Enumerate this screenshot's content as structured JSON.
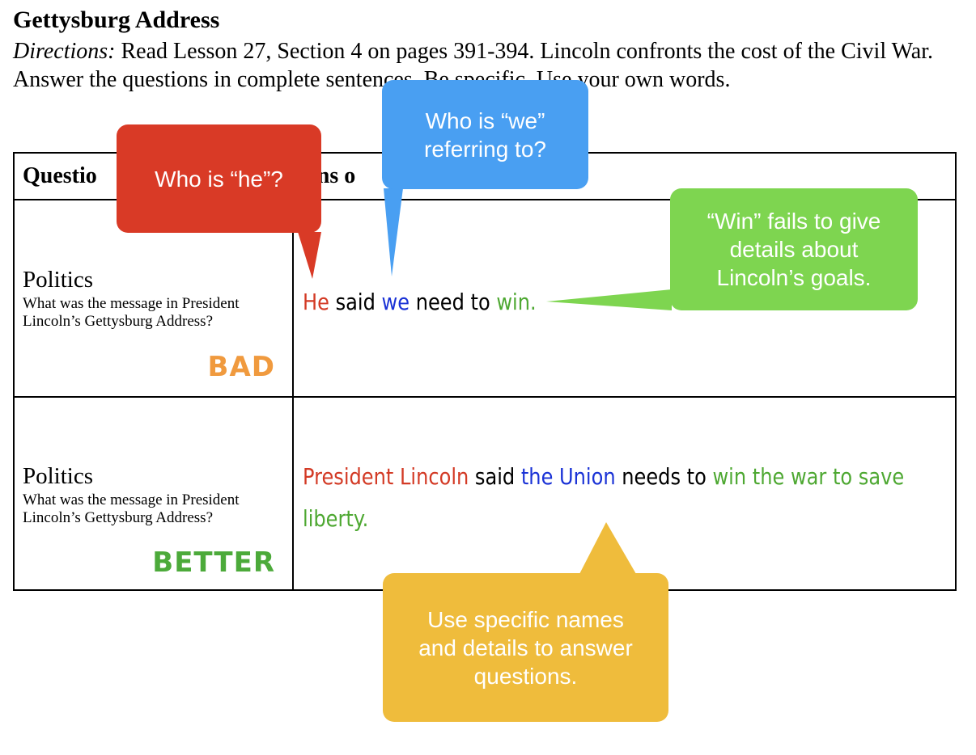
{
  "doc": {
    "title": "Gettysburg Address",
    "directions_label": "Directions:",
    "directions_text": " Read Lesson 27, Section 4 on pages 391-394. Lincoln confronts the cost of the Civil War. Answer the questions in complete sentences. Be specific. Use your own words."
  },
  "table": {
    "header_left": "Questio",
    "header_right": "lans o",
    "rows": [
      {
        "topic": "Politics",
        "question": "What was the message in President Lincoln’s Gettysburg Address?",
        "verdict": "BAD",
        "answer_parts": [
          "He",
          " said ",
          "we",
          " need to ",
          "win."
        ]
      },
      {
        "topic": "Politics",
        "question": "What was the message in President Lincoln’s Gettysburg Address?",
        "verdict": "BETTER",
        "answer_parts": [
          "President Lincoln",
          " said ",
          "the Union",
          " needs to ",
          "win the war to save liberty."
        ]
      }
    ]
  },
  "callouts": {
    "he": "Who is “he”?",
    "we": "Who is “we” referring to?",
    "win": "“Win” fails to give details about Lincoln’s goals.",
    "specific": "Use specific names and details to answer questions."
  },
  "colors": {
    "red": "#d93a26",
    "blue": "#499ff2",
    "green": "#7ed550",
    "yellow": "#efbc3c",
    "bad": "#f09a3e",
    "better": "#4caa3a"
  }
}
